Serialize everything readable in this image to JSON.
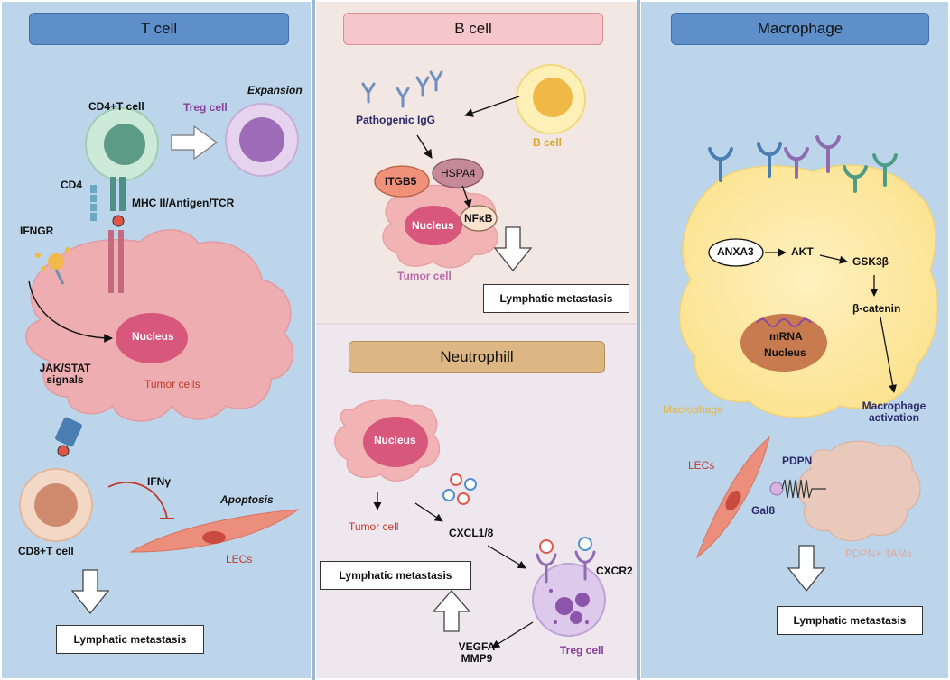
{
  "panels": {
    "tcell": {
      "header": "T cell",
      "labels": {
        "expansion": "Expansion",
        "cd4_t_cell": "CD4+T cell",
        "treg_cell": "Treg cell",
        "cd4": "CD4",
        "mhc": "MHC II/Antigen/TCR",
        "ifngr": "IFNGR",
        "nucleus": "Nucleus",
        "jak_stat": "JAK/STAT\nsignals",
        "tumor_cells": "Tumor cells",
        "ifng": "IFNγ",
        "apoptosis": "Apoptosis",
        "cd8_t_cell": "CD8+T cell",
        "lecs": "LECs"
      },
      "outcome": "Lymphatic metastasis"
    },
    "bcell": {
      "header": "B cell",
      "labels": {
        "pathogenic_igg": "Pathogenic IgG",
        "b_cell": "B cell",
        "itgb5": "ITGB5",
        "hspa4": "HSPA4",
        "nfkb": "NFκB",
        "nucleus": "Nucleus",
        "tumor_cell": "Tumor cell"
      },
      "outcome": "Lymphatic metastasis"
    },
    "neutrophil": {
      "header": "Neutrophill",
      "labels": {
        "nucleus": "Nucleus",
        "tumor_cell": "Tumor cell",
        "cxcl": "CXCL1/8",
        "cxcr2": "CXCR2",
        "vegfa_mmp9": "VEGFA\nMMP9",
        "treg_cell": "Treg cell"
      },
      "outcome": "Lymphatic metastasis"
    },
    "macrophage": {
      "header": "Macrophage",
      "labels": {
        "anxa3": "ANXA3",
        "akt": "AKT",
        "gsk3b": "GSK3β",
        "b_catenin": "β-catenin",
        "mrna": "mRNA",
        "nucleus": "Nucleus",
        "macrophage": "Macrophage",
        "macrophage_activation": "Macrophage\nactivation",
        "lecs": "LECs",
        "pdpn": "PDPN",
        "gal8": "Gal8",
        "pdpn_tams": "PDPN+ TAMs"
      },
      "outcome": "Lymphatic metastasis"
    }
  }
}
